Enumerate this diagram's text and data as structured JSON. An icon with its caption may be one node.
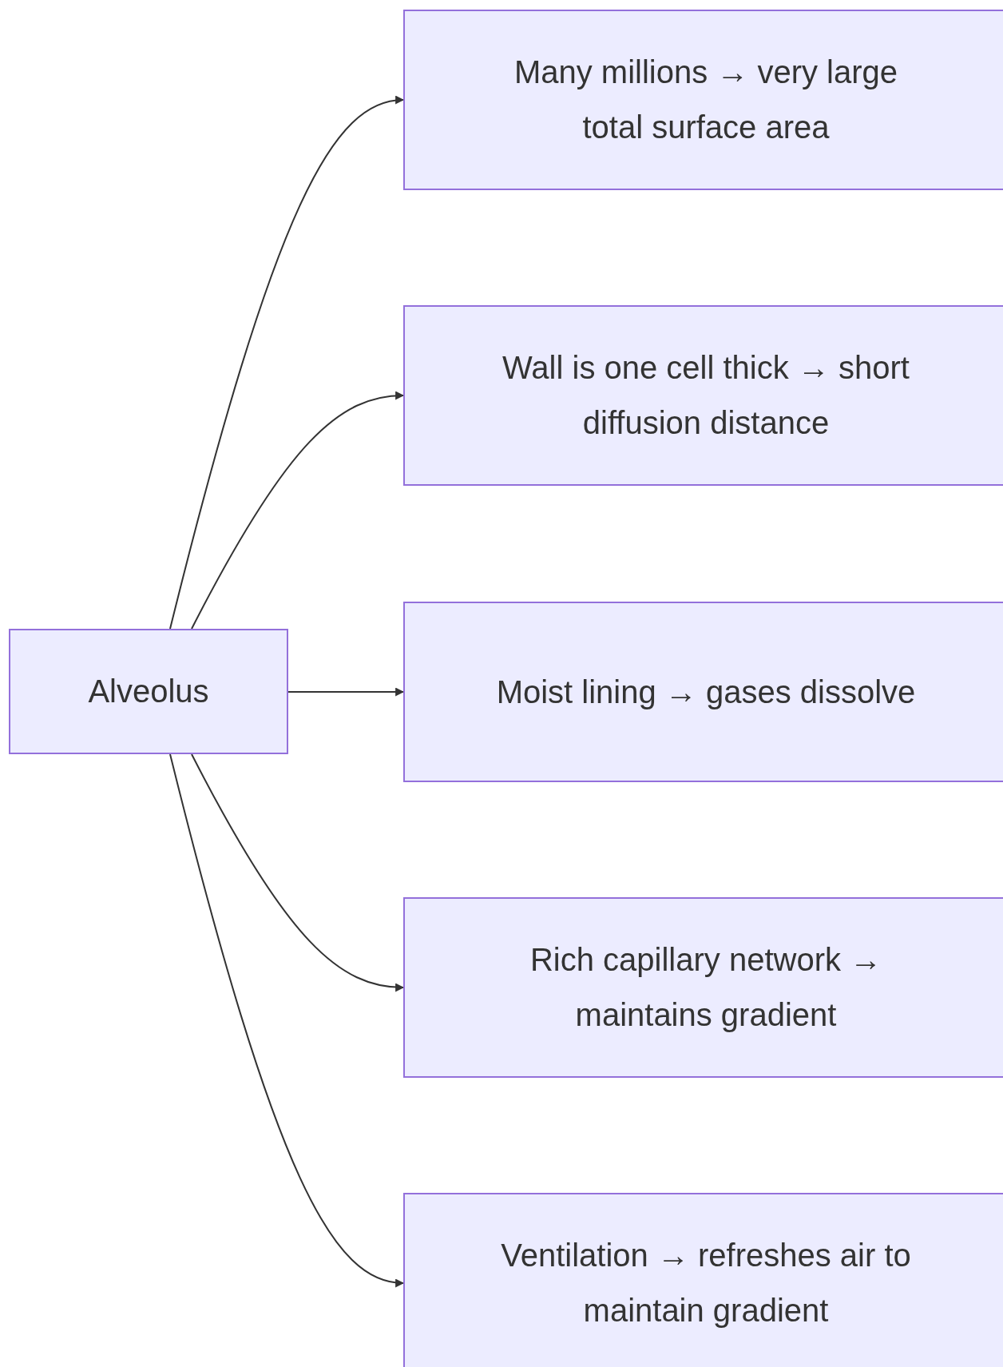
{
  "diagram": {
    "nodes": [
      {
        "text": [
          "Alveolus"
        ]
      },
      {
        "text": [
          "Many millions → very large total surface area"
        ]
      },
      {
        "text": [
          "Wall is one cell thick → short diffusion distance"
        ]
      },
      {
        "text": [
          "Moist lining → gases dissolve"
        ]
      },
      {
        "text": [
          "Rich capillary network → maintains gradient"
        ]
      },
      {
        "text": [
          "Ventilation → refreshes air to maintain gradient"
        ]
      }
    ],
    "edges": [
      {
        "from": 0,
        "to": 1,
        "arrow": "to"
      },
      {
        "from": 0,
        "to": 2,
        "arrow": "to"
      },
      {
        "from": 0,
        "to": 3,
        "arrow": "to"
      },
      {
        "from": 0,
        "to": 4,
        "arrow": "to"
      },
      {
        "from": 0,
        "to": 5,
        "arrow": "to"
      }
    ]
  }
}
